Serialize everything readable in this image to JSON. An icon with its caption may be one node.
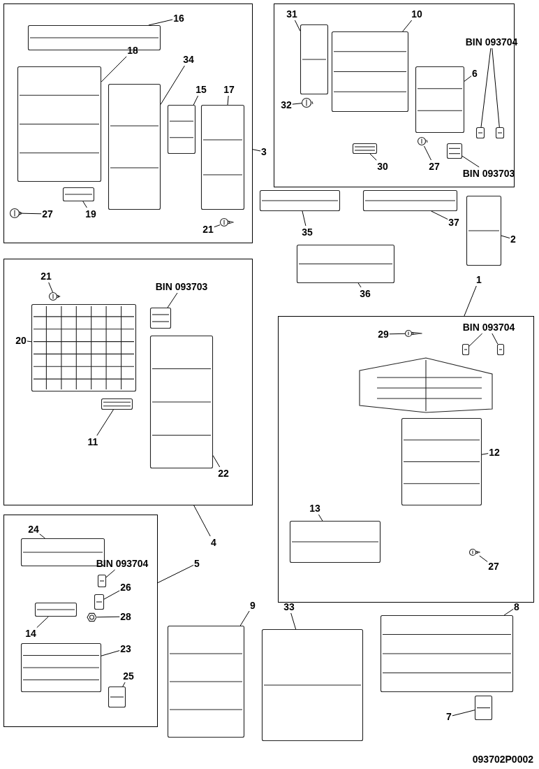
{
  "diagram": {
    "nodes": [
      {
        "text": [],
        "shape": "box"
      },
      {
        "text": [
          "16"
        ],
        "in": 0
      },
      {
        "text": [
          "18"
        ],
        "in": 0
      },
      {
        "text": [
          "34"
        ],
        "in": 0
      },
      {
        "text": [
          "15"
        ],
        "in": 0
      },
      {
        "text": [
          "17"
        ],
        "in": 0
      },
      {
        "text": [
          "27"
        ],
        "in": 0
      },
      {
        "text": [
          "19"
        ],
        "in": 0
      },
      {
        "text": [
          "21"
        ],
        "in": 0
      },
      {
        "text": [],
        "shape": "box"
      },
      {
        "text": [
          "31"
        ],
        "in": 9
      },
      {
        "text": [
          "10"
        ],
        "in": 9
      },
      {
        "text": [
          "BIN 093704"
        ],
        "in": 9
      },
      {
        "text": [
          "6"
        ],
        "in": 9
      },
      {
        "text": [
          "32"
        ],
        "in": 9
      },
      {
        "text": [
          "30"
        ],
        "in": 9
      },
      {
        "text": [
          "27"
        ],
        "in": 9
      },
      {
        "text": [
          "BIN 093703"
        ],
        "in": 9
      },
      {
        "text": [
          "3"
        ]
      },
      {
        "text": [
          "35"
        ]
      },
      {
        "text": [
          "37"
        ]
      },
      {
        "text": [
          "2"
        ]
      },
      {
        "text": [
          "36"
        ]
      },
      {
        "text": [
          "1"
        ]
      },
      {
        "text": [],
        "shape": "box"
      },
      {
        "text": [
          "21"
        ],
        "in": 24
      },
      {
        "text": [
          "BIN 093703"
        ],
        "in": 24
      },
      {
        "text": [
          "20"
        ],
        "in": 24
      },
      {
        "text": [
          "11"
        ],
        "in": 24
      },
      {
        "text": [
          "22"
        ],
        "in": 24
      },
      {
        "text": [],
        "shape": "box"
      },
      {
        "text": [
          "BIN 093704"
        ],
        "in": 30
      },
      {
        "text": [
          "29"
        ],
        "in": 30
      },
      {
        "text": [
          "12"
        ],
        "in": 30
      },
      {
        "text": [
          "13"
        ],
        "in": 30
      },
      {
        "text": [
          "27"
        ],
        "in": 30
      },
      {
        "text": [
          "4"
        ]
      },
      {
        "text": [],
        "shape": "box"
      },
      {
        "text": [
          "24"
        ],
        "in": 37
      },
      {
        "text": [
          "BIN 093704"
        ],
        "in": 37
      },
      {
        "text": [
          "26"
        ],
        "in": 37
      },
      {
        "text": [
          "14"
        ],
        "in": 37
      },
      {
        "text": [
          "28"
        ],
        "in": 37
      },
      {
        "text": [
          "23"
        ],
        "in": 37
      },
      {
        "text": [
          "25"
        ],
        "in": 37
      },
      {
        "text": [
          "5"
        ]
      },
      {
        "text": [
          "9"
        ]
      },
      {
        "text": [
          "33"
        ]
      },
      {
        "text": [
          "8"
        ]
      },
      {
        "text": [
          "7"
        ]
      },
      {
        "text": [],
        "shape": "picture",
        "in": 0
      },
      {
        "text": [],
        "shape": "picture",
        "in": 0
      },
      {
        "text": [],
        "shape": "picture",
        "in": 0
      },
      {
        "text": [],
        "shape": "picture",
        "in": 0
      },
      {
        "text": [],
        "shape": "picture",
        "in": 0
      },
      {
        "text": [],
        "shape": "picture",
        "in": 0
      },
      {
        "text": [],
        "shape": "picture",
        "in": 0
      },
      {
        "text": [],
        "shape": "picture",
        "in": 0
      },
      {
        "text": [],
        "shape": "picture",
        "in": 9
      },
      {
        "text": [],
        "shape": "picture",
        "in": 9
      },
      {
        "text": [],
        "shape": "picture",
        "in": 9
      },
      {
        "text": [],
        "shape": "picture",
        "in": 9
      },
      {
        "text": [],
        "shape": "picture",
        "in": 9
      },
      {
        "text": [],
        "shape": "picture",
        "in": 9
      },
      {
        "text": [],
        "shape": "picture",
        "in": 9
      },
      {
        "text": [],
        "shape": "picture",
        "in": 9
      },
      {
        "text": [],
        "shape": "picture",
        "in": 9
      },
      {
        "text": [],
        "shape": "picture"
      },
      {
        "text": [],
        "shape": "picture"
      },
      {
        "text": [],
        "shape": "picture"
      },
      {
        "text": [],
        "shape": "picture"
      },
      {
        "text": [],
        "shape": "picture",
        "in": 24
      },
      {
        "text": [],
        "shape": "picture",
        "in": 24
      },
      {
        "text": [],
        "shape": "picture",
        "in": 24
      },
      {
        "text": [],
        "shape": "picture",
        "in": 24
      },
      {
        "text": [],
        "shape": "picture",
        "in": 24
      },
      {
        "text": [],
        "shape": "picture",
        "in": 30
      },
      {
        "text": [],
        "shape": "picture",
        "in": 30
      },
      {
        "text": [],
        "shape": "picture",
        "in": 30
      },
      {
        "text": [],
        "shape": "picture",
        "in": 30
      },
      {
        "text": [],
        "shape": "picture",
        "in": 30
      },
      {
        "text": [],
        "shape": "picture",
        "in": 30
      },
      {
        "text": [],
        "shape": "picture",
        "in": 37
      },
      {
        "text": [],
        "shape": "picture",
        "in": 37
      },
      {
        "text": [],
        "shape": "picture",
        "in": 37
      },
      {
        "text": [],
        "shape": "picture",
        "in": 37
      },
      {
        "text": [],
        "shape": "picture",
        "in": 37
      },
      {
        "text": [],
        "shape": "picture",
        "in": 37
      },
      {
        "text": [],
        "shape": "picture",
        "in": 37
      },
      {
        "text": [],
        "shape": "picture"
      },
      {
        "text": [],
        "shape": "picture"
      },
      {
        "text": [],
        "shape": "picture"
      },
      {
        "text": [],
        "shape": "picture"
      }
    ],
    "edges": [
      {
        "from": 1,
        "to": 50,
        "arrow": "none"
      },
      {
        "from": 2,
        "to": 51,
        "arrow": "none"
      },
      {
        "from": 3,
        "to": 52,
        "arrow": "none"
      },
      {
        "from": 4,
        "to": 53,
        "arrow": "none"
      },
      {
        "from": 5,
        "to": 54,
        "arrow": "none"
      },
      {
        "from": 6,
        "to": 55,
        "arrow": "none"
      },
      {
        "from": 7,
        "to": 56,
        "arrow": "none"
      },
      {
        "from": 8,
        "to": 57,
        "arrow": "none"
      },
      {
        "from": 10,
        "to": 58,
        "arrow": "none"
      },
      {
        "from": 11,
        "to": 59,
        "arrow": "none"
      },
      {
        "from": 12,
        "to": 60,
        "arrow": "none"
      },
      {
        "from": 12,
        "to": 61,
        "arrow": "none"
      },
      {
        "from": 13,
        "to": 62,
        "arrow": "none"
      },
      {
        "from": 14,
        "to": 63,
        "arrow": "none"
      },
      {
        "from": 15,
        "to": 64,
        "arrow": "none"
      },
      {
        "from": 16,
        "to": 65,
        "arrow": "none"
      },
      {
        "from": 17,
        "to": 66,
        "arrow": "none"
      },
      {
        "from": 18,
        "to": 0,
        "arrow": "none"
      },
      {
        "from": 19,
        "to": 67,
        "arrow": "none"
      },
      {
        "from": 20,
        "to": 68,
        "arrow": "none"
      },
      {
        "from": 21,
        "to": 69,
        "arrow": "none"
      },
      {
        "from": 22,
        "to": 70,
        "arrow": "none"
      },
      {
        "from": 23,
        "to": 30,
        "arrow": "none"
      },
      {
        "from": 25,
        "to": 71,
        "arrow": "none"
      },
      {
        "from": 26,
        "to": 72,
        "arrow": "none"
      },
      {
        "from": 27,
        "to": 73,
        "arrow": "none"
      },
      {
        "from": 28,
        "to": 74,
        "arrow": "none"
      },
      {
        "from": 29,
        "to": 75,
        "arrow": "none"
      },
      {
        "from": 31,
        "to": 76,
        "arrow": "none"
      },
      {
        "from": 31,
        "to": 77,
        "arrow": "none"
      },
      {
        "from": 32,
        "to": 78,
        "arrow": "none"
      },
      {
        "from": 33,
        "to": 79,
        "arrow": "none"
      },
      {
        "from": 34,
        "to": 80,
        "arrow": "none"
      },
      {
        "from": 35,
        "to": 81,
        "arrow": "none"
      },
      {
        "from": 36,
        "to": 24,
        "arrow": "none"
      },
      {
        "from": 38,
        "to": 82,
        "arrow": "none"
      },
      {
        "from": 39,
        "to": 83,
        "arrow": "none"
      },
      {
        "from": 40,
        "to": 84,
        "arrow": "none"
      },
      {
        "from": 41,
        "to": 85,
        "arrow": "none"
      },
      {
        "from": 42,
        "to": 86,
        "arrow": "none"
      },
      {
        "from": 43,
        "to": 87,
        "arrow": "none"
      },
      {
        "from": 44,
        "to": 88,
        "arrow": "none"
      },
      {
        "from": 45,
        "to": 37,
        "arrow": "none"
      },
      {
        "from": 46,
        "to": 89,
        "arrow": "none"
      },
      {
        "from": 47,
        "to": 90,
        "arrow": "none"
      },
      {
        "from": 48,
        "to": 91,
        "arrow": "none"
      },
      {
        "from": 49,
        "to": 92,
        "arrow": "none"
      }
    ],
    "labels": [
      "093702P0002"
    ]
  }
}
